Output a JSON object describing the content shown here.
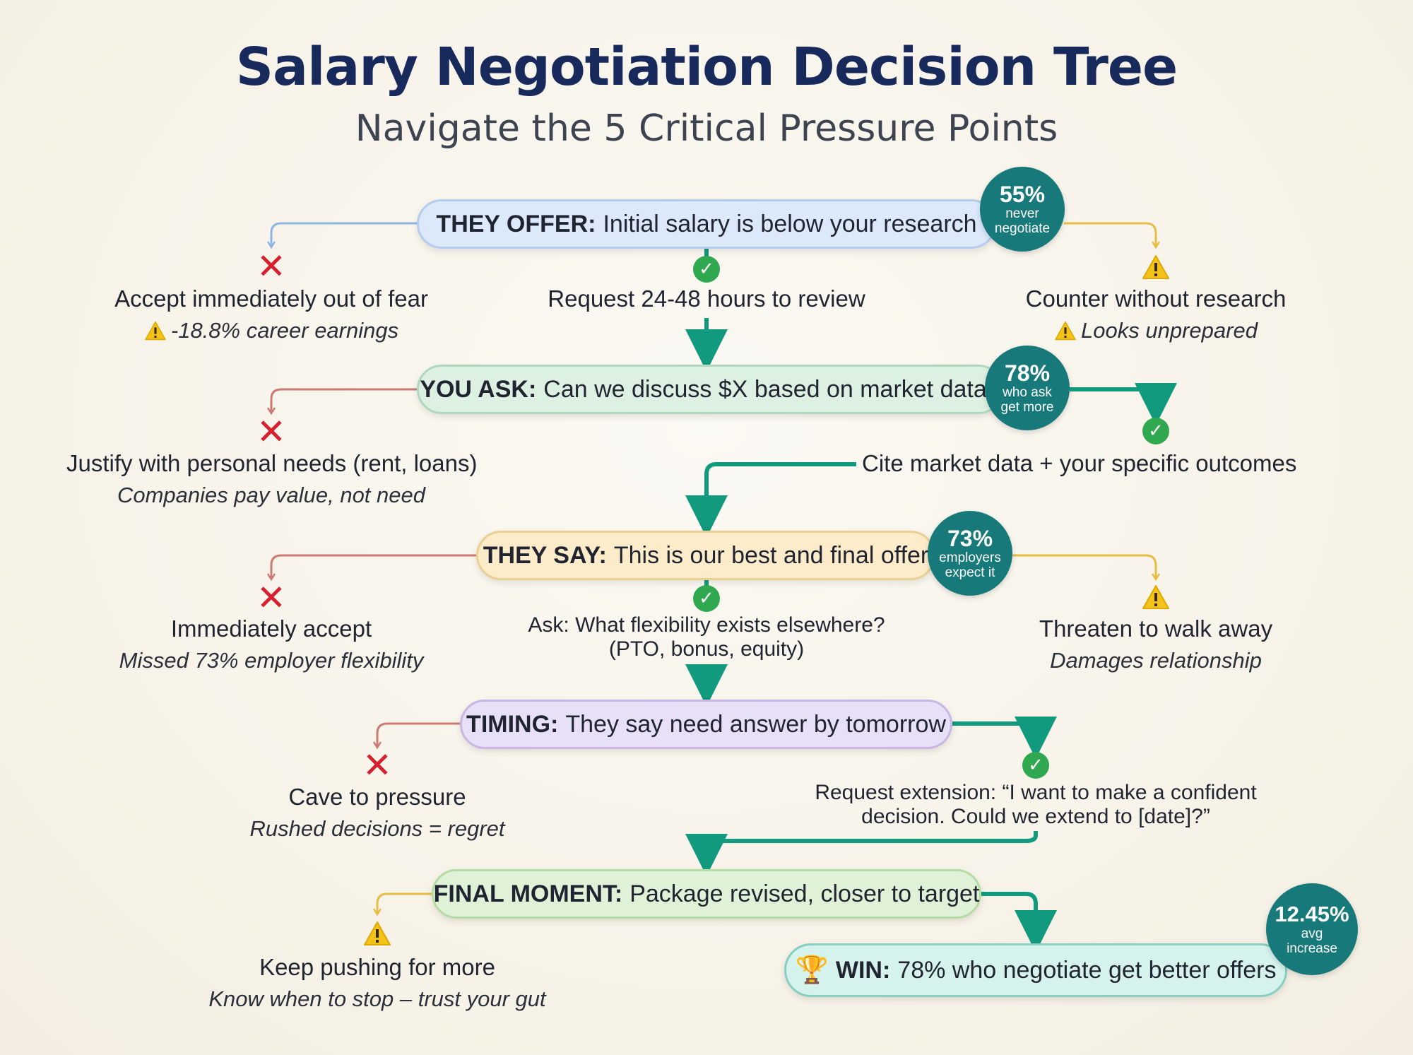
{
  "title": "Salary Negotiation Decision Tree",
  "subtitle": "Navigate the 5 Critical Pressure Points",
  "colors": {
    "teal": "#17797a",
    "flow_green": "#129a7e",
    "bad_red": "#d81f2e",
    "ok_green": "#2fa84f",
    "warn_yellow": "#f3c21b",
    "title_navy": "#182a5c"
  },
  "stages": {
    "offer": {
      "label": "THEY OFFER:",
      "text": "Initial salary is below your research",
      "badge": {
        "value": "55%",
        "line1": "never",
        "line2": "negotiate"
      },
      "left": {
        "icon": "x-icon",
        "text": "Accept immediately out of fear",
        "note": "-18.8% career earnings",
        "note_icon": "warning-icon"
      },
      "center": {
        "icon": "check-icon",
        "text": "Request 24-48 hours to review"
      },
      "right": {
        "icon": "warning-icon",
        "text": "Counter without research",
        "note": "Looks unprepared",
        "note_icon": "warning-icon"
      }
    },
    "ask": {
      "label": "YOU ASK:",
      "text": "Can we discuss $X based on market data?",
      "badge": {
        "value": "78%",
        "line1": "who ask",
        "line2": "get more"
      },
      "left": {
        "icon": "x-icon",
        "text": "Justify with personal needs (rent, loans)",
        "note": "Companies pay value, not need"
      },
      "right": {
        "icon": "check-icon",
        "text": "Cite market data + your specific outcomes"
      }
    },
    "say": {
      "label": "THEY SAY:",
      "text": "This is our best and final offer",
      "badge": {
        "value": "73%",
        "line1": "employers",
        "line2": "expect it"
      },
      "left": {
        "icon": "x-icon",
        "text": "Immediately accept",
        "note": "Missed 73% employer flexibility"
      },
      "center": {
        "icon": "check-icon",
        "line1": "Ask: What flexibility exists elsewhere?",
        "line2": "(PTO, bonus, equity)"
      },
      "right": {
        "icon": "warning-icon",
        "text": "Threaten to walk away",
        "note": "Damages relationship"
      }
    },
    "timing": {
      "label": "TIMING:",
      "text": "They say need answer by tomorrow",
      "left": {
        "icon": "x-icon",
        "text": "Cave to pressure",
        "note": "Rushed decisions = regret"
      },
      "right": {
        "icon": "check-icon",
        "line1": "Request extension: “I want to make a confident",
        "line2": "decision. Could we extend to [date]?”"
      }
    },
    "final": {
      "label": "FINAL MOMENT:",
      "text": "Package revised, closer to target",
      "left": {
        "icon": "warning-icon",
        "text": "Keep pushing for more",
        "note": "Know when to stop – trust your gut"
      }
    },
    "win": {
      "icon": "trophy-icon",
      "label": "WIN:",
      "text": "78% who negotiate get better offers",
      "badge": {
        "value": "12.45%",
        "line1": "avg",
        "line2": "increase"
      }
    }
  }
}
